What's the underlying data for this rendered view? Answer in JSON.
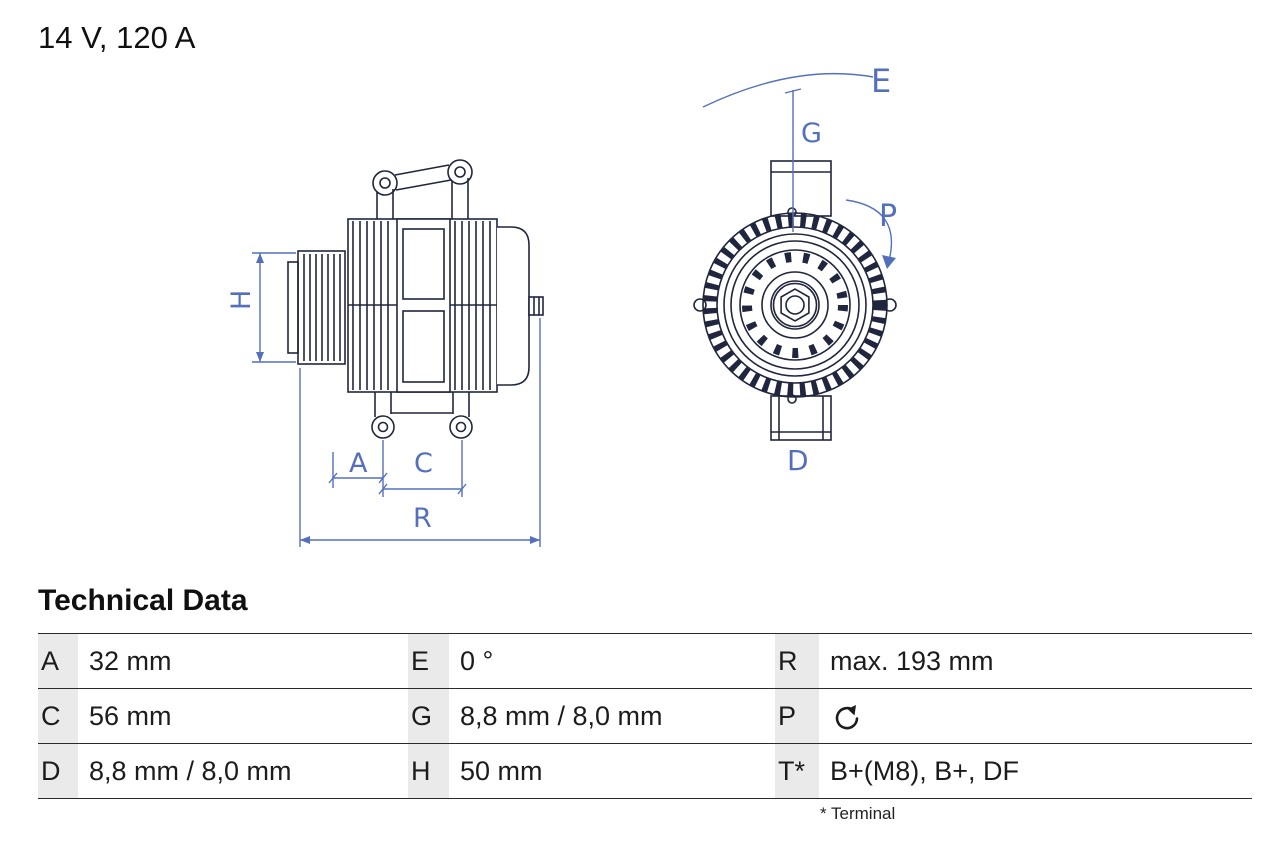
{
  "title": "14 V, 120 A",
  "section": {
    "heading": "Technical Data",
    "footnote": "* Terminal"
  },
  "colors": {
    "drawing_line": "#20263d",
    "dimension_blue": "#5470bd",
    "table_key_bg": "#eaeaea",
    "table_border": "#2a2a2a"
  },
  "diagram": {
    "side_view_labels": {
      "h": "H",
      "a": "A",
      "c": "C",
      "r": "R"
    },
    "front_view_labels": {
      "e": "E",
      "g": "G",
      "p": "P",
      "d": "D"
    }
  },
  "table": {
    "rows": [
      [
        {
          "key": "A",
          "value": "32 mm"
        },
        {
          "key": "E",
          "value": "0 °"
        },
        {
          "key": "R",
          "value": "max. 193 mm"
        }
      ],
      [
        {
          "key": "C",
          "value": "56 mm"
        },
        {
          "key": "G",
          "value": "8,8 mm / 8,0 mm"
        },
        {
          "key": "P",
          "value": "",
          "icon": "rotation-direction-icon"
        }
      ],
      [
        {
          "key": "D",
          "value": "8,8 mm / 8,0 mm"
        },
        {
          "key": "H",
          "value": "50 mm"
        },
        {
          "key": "T*",
          "value": "B+(M8), B+, DF"
        }
      ]
    ]
  }
}
